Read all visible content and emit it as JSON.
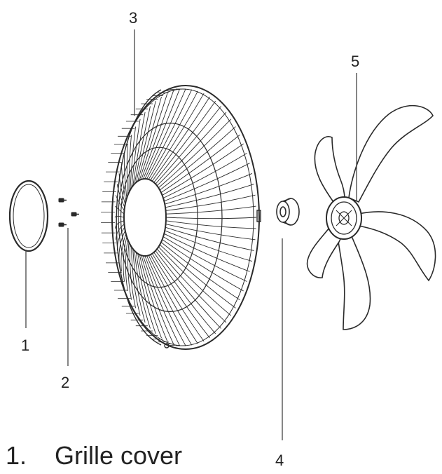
{
  "callouts": {
    "c1": "1",
    "c2": "2",
    "c3": "3",
    "c4": "4",
    "c5": "5"
  },
  "caption": {
    "number": "1.",
    "text": "Grille cover"
  },
  "colors": {
    "line": "#2a2a2a",
    "leader": "#444444",
    "background": "#ffffff"
  }
}
